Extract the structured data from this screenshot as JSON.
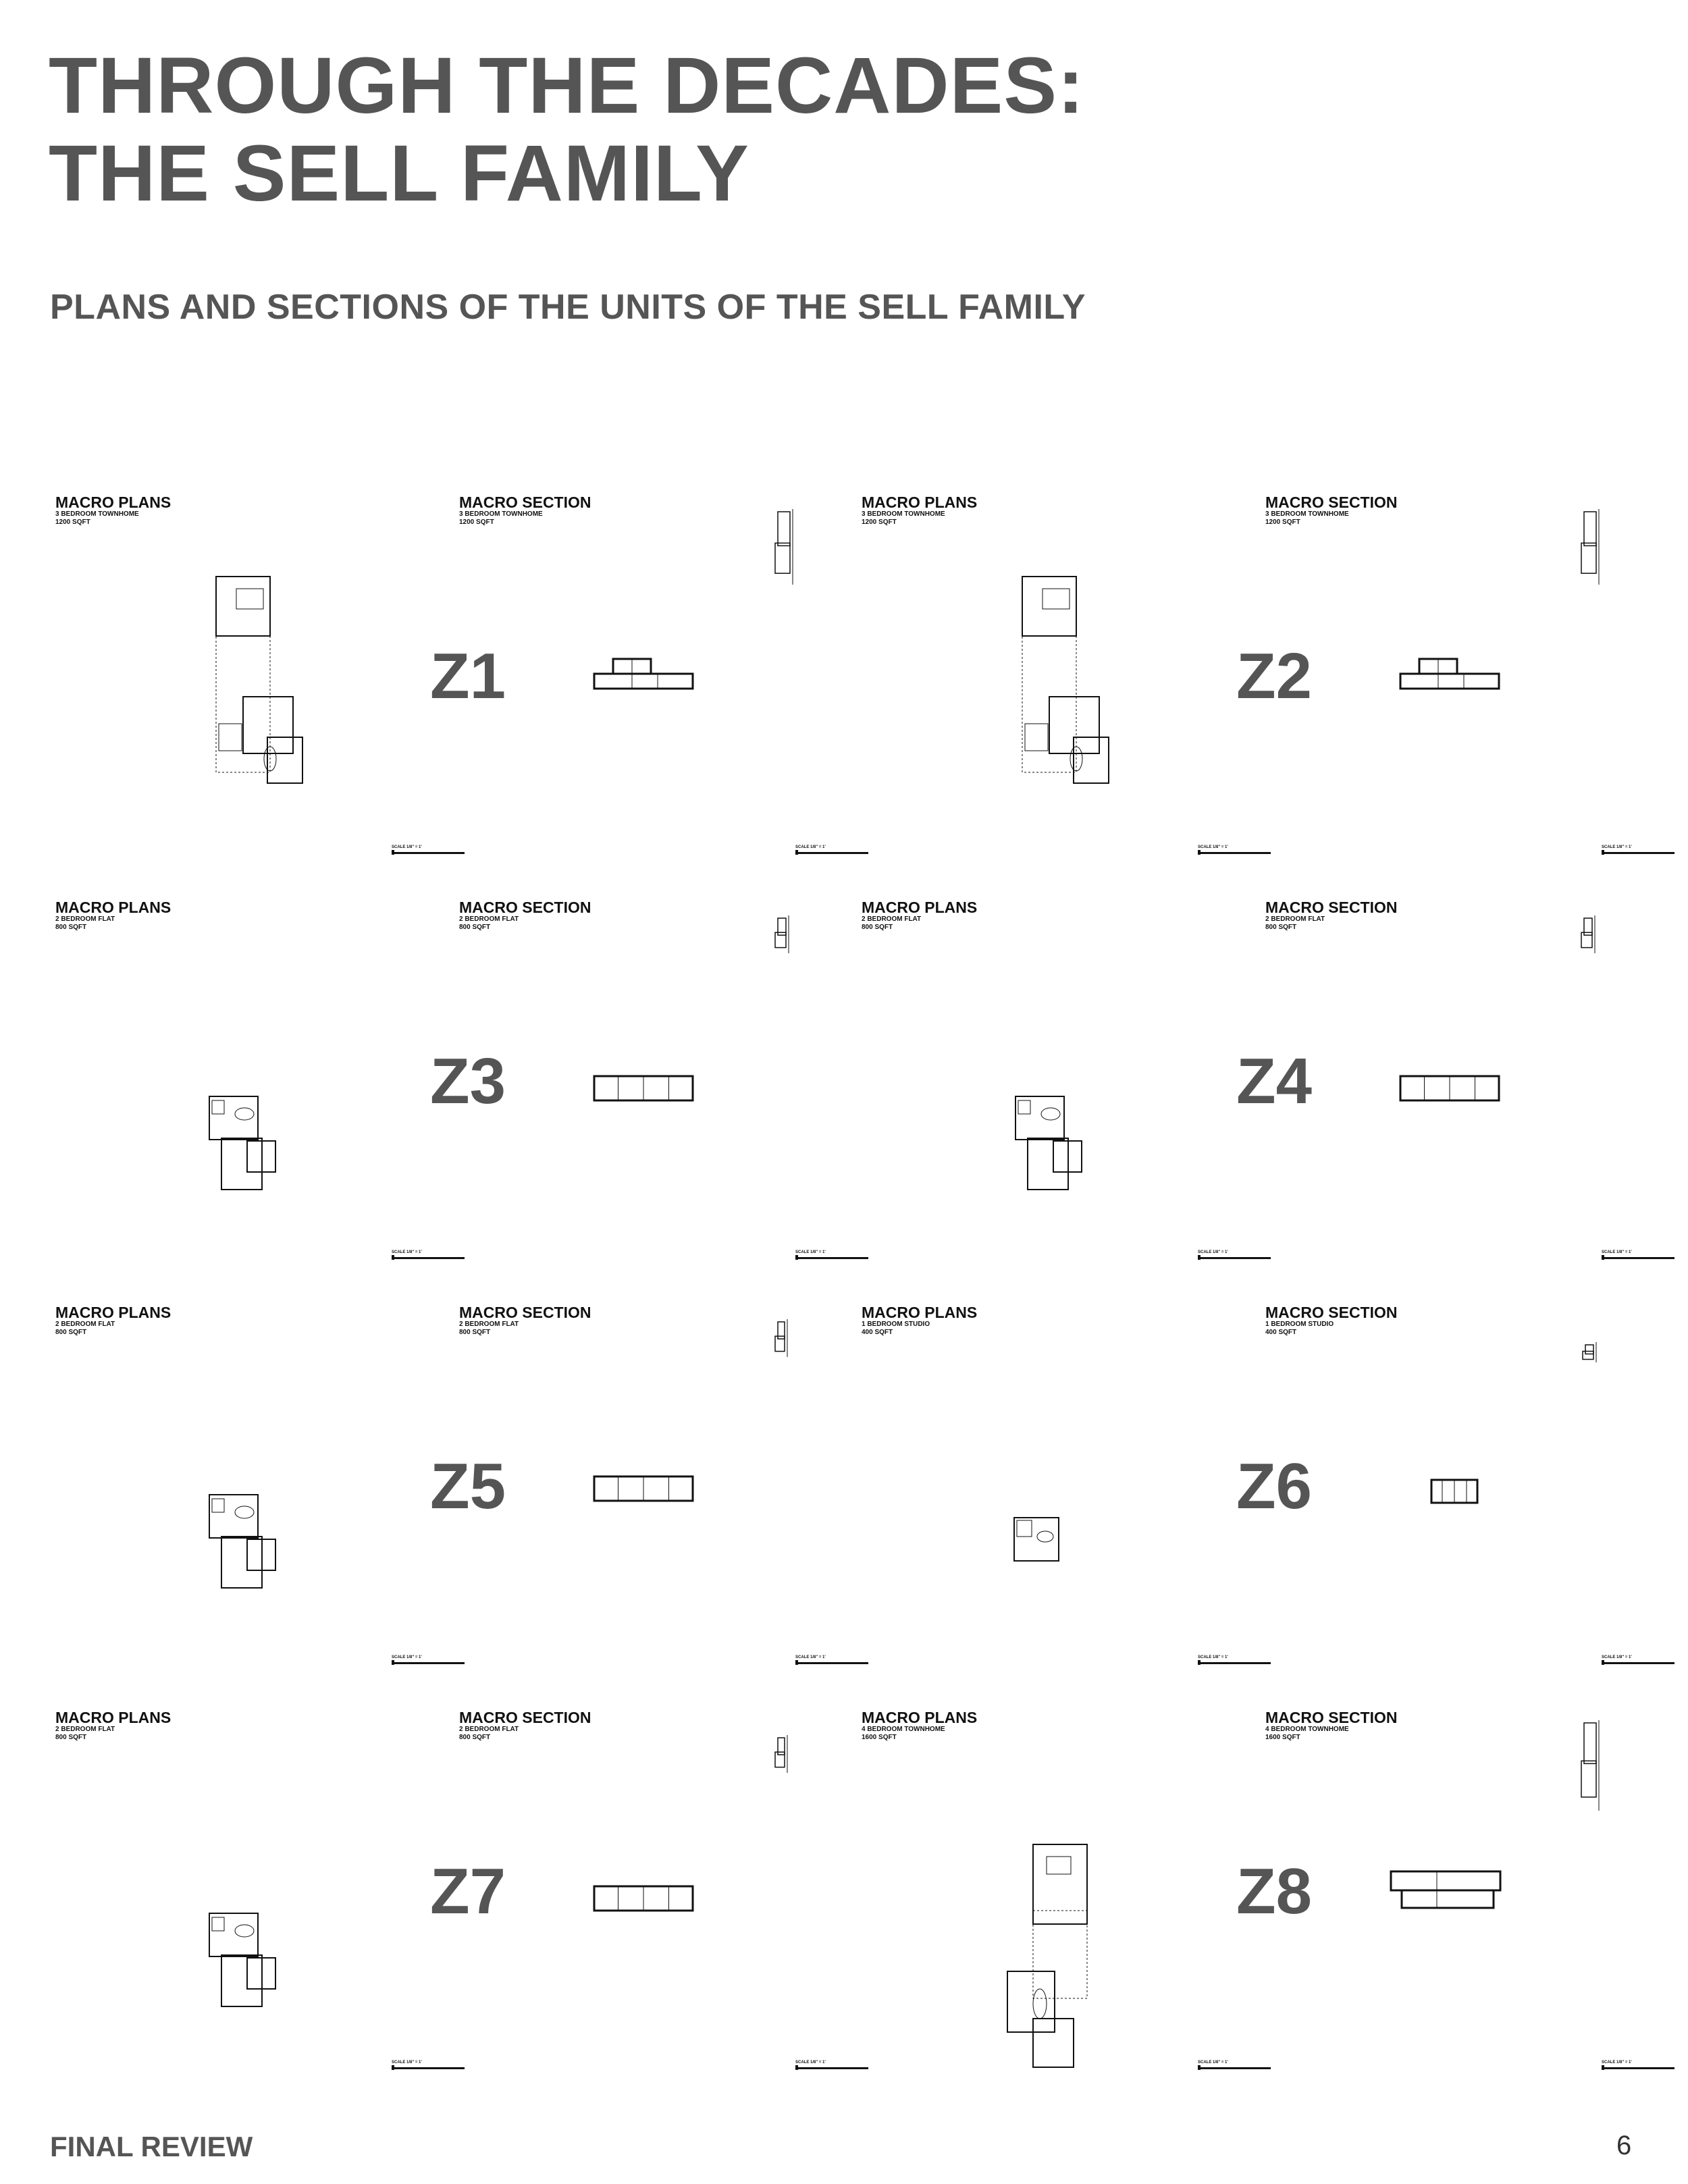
{
  "page": {
    "title_line1": "THROUGH THE DECADES:",
    "title_line2": "THE SELL FAMILY",
    "subtitle": "PLANS AND SECTIONS OF THE UNITS OF THE SELL FAMILY",
    "footer_label": "FINAL REVIEW",
    "page_number": "6"
  },
  "colors": {
    "heading_gray": "#555555",
    "linework": "#111111",
    "background": "#ffffff"
  },
  "units": [
    {
      "id": "Z1",
      "plans_title": "MACRO PLANS",
      "section_title": "MACRO SECTION",
      "type": "3 BEDROOM TOWNHOME",
      "area": "1200 SQFT",
      "scale": "SCALE 1/8\" = 1'"
    },
    {
      "id": "Z2",
      "plans_title": "MACRO PLANS",
      "section_title": "MACRO SECTION",
      "type": "3 BEDROOM TOWNHOME",
      "area": "1200 SQFT",
      "scale": "SCALE 1/8\" = 1'"
    },
    {
      "id": "Z3",
      "plans_title": "MACRO PLANS",
      "section_title": "MACRO SECTION",
      "type": "2 BEDROOM FLAT",
      "area": "800 SQFT",
      "scale": "SCALE 1/8\" = 1'"
    },
    {
      "id": "Z4",
      "plans_title": "MACRO PLANS",
      "section_title": "MACRO SECTION",
      "type": "2 BEDROOM FLAT",
      "area": "800 SQFT",
      "scale": "SCALE 1/8\" = 1'"
    },
    {
      "id": "Z5",
      "plans_title": "MACRO PLANS",
      "section_title": "MACRO SECTION",
      "type": "2 BEDROOM FLAT",
      "area": "800 SQFT",
      "scale": "SCALE 1/8\" = 1'"
    },
    {
      "id": "Z6",
      "plans_title": "MACRO PLANS",
      "section_title": "MACRO SECTION",
      "type": "1 BEDROOM STUDIO",
      "area": "400 SQFT",
      "scale": "SCALE 1/8\" = 1'"
    },
    {
      "id": "Z7",
      "plans_title": "MACRO PLANS",
      "section_title": "MACRO SECTION",
      "type": "2 BEDROOM FLAT",
      "area": "800 SQFT",
      "scale": "SCALE 1/8\" = 1'"
    },
    {
      "id": "Z8",
      "plans_title": "MACRO PLANS",
      "section_title": "MACRO SECTION",
      "type": "4 BEDROOM TOWNHOME",
      "area": "1600 SQFT",
      "scale": "SCALE 1/8\" = 1'"
    }
  ]
}
